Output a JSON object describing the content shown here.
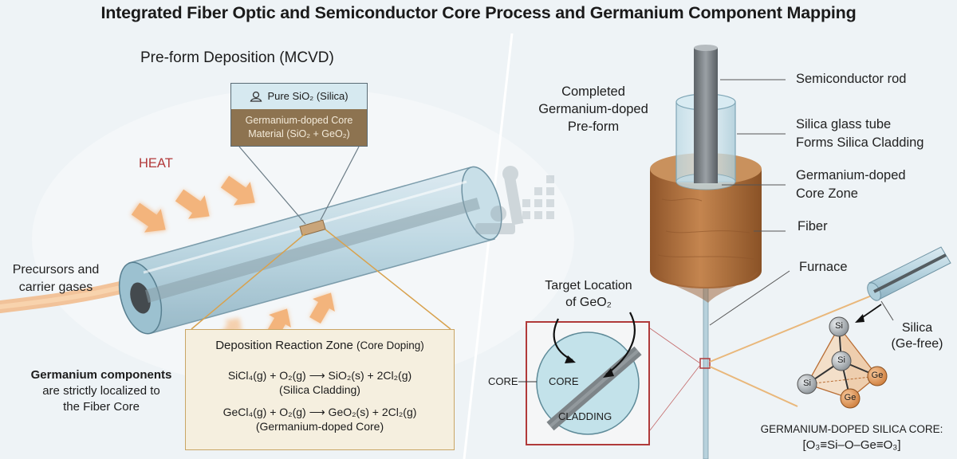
{
  "title": "Integrated Fiber Optic and Semiconductor Core Process and Germanium Component Mapping",
  "left": {
    "section_title": "Pre-form Deposition (MCVD)",
    "heat_label": "HEAT",
    "precursors_label": [
      "Precursors and",
      "carrier gases"
    ],
    "top_box": {
      "pure_label": "Pure SiO₂ (Silica)",
      "doped_label": [
        "Germanium-doped Core",
        "Material (SiO₂ + GeO₂)"
      ]
    },
    "reaction_zone": {
      "title": "Deposition Reaction Zone",
      "title_note": "(Core Doping)",
      "eq1": "SiCl₄(g) + O₂(g) ⟶ SiO₂(s) + 2Cl₂(g)",
      "eq1_note": "(Silica Cladding)",
      "eq2": "GeCl₄(g) + O₂(g) ⟶ GeO₂(s) + 2Cl₂(g)",
      "eq2_note": "(Germanium-doped Core)"
    },
    "ge_note_bold": "Germanium components",
    "ge_note_rest": [
      "are strictly localized to",
      "the Fiber Core"
    ]
  },
  "right": {
    "completed_label": [
      "Completed",
      "Germanium-doped",
      "Pre-form"
    ],
    "labels": {
      "semiconductor_rod": "Semiconductor rod",
      "silica_tube": [
        "Silica glass tube",
        "Forms Silica Cladding"
      ],
      "ge_core_zone": [
        "Germanium-doped",
        "Core Zone"
      ],
      "fiber": "Fiber",
      "furnace": "Furnace"
    },
    "target_label": [
      "Target Location",
      "of GeO₂"
    ],
    "cross_section": {
      "outer_core": "CORE",
      "inner_core": "CORE",
      "cladding": "CLADDING"
    },
    "silica_label": [
      "Silica",
      "(Ge-free)"
    ],
    "atoms": [
      "Si",
      "Si",
      "Si",
      "Ge",
      "Ge"
    ],
    "core_formula_title": "GERMANIUM-DOPED SILICA CORE:",
    "core_formula": "[O₃≡Si–O–Ge≡O₃]"
  },
  "colors": {
    "tube": "#a9cbd9",
    "wood": "#b0713e",
    "heat": "#f0a460",
    "box_frame": "#b03a3a"
  }
}
